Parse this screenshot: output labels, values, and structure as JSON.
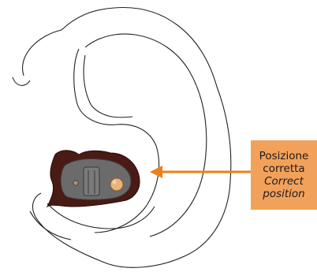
{
  "callout": {
    "label_it_line1": "Posizione",
    "label_it_line2": "corretta",
    "label_en_line1": "Correct",
    "label_en_line2": "position",
    "box_color": "#f2a15a",
    "arrow_color": "#ef7f1a"
  },
  "device": {
    "shell_color": "#4a1a14",
    "faceplate_color": "#6b6b6b",
    "button_color": "#e8b47a"
  }
}
